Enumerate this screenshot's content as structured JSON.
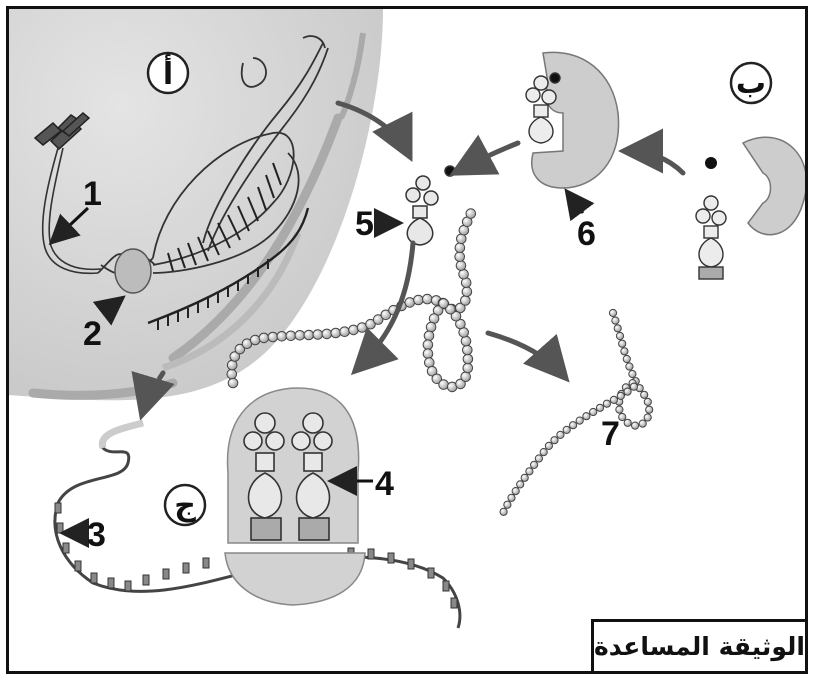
{
  "panels": {
    "a": "أ",
    "b": "ب",
    "c": "ج"
  },
  "labels": {
    "n1": "1",
    "n2": "2",
    "n3": "3",
    "n4": "4",
    "n5": "5",
    "n6": "6",
    "n7": "7"
  },
  "caption": "الوثيقة المساعدة"
}
